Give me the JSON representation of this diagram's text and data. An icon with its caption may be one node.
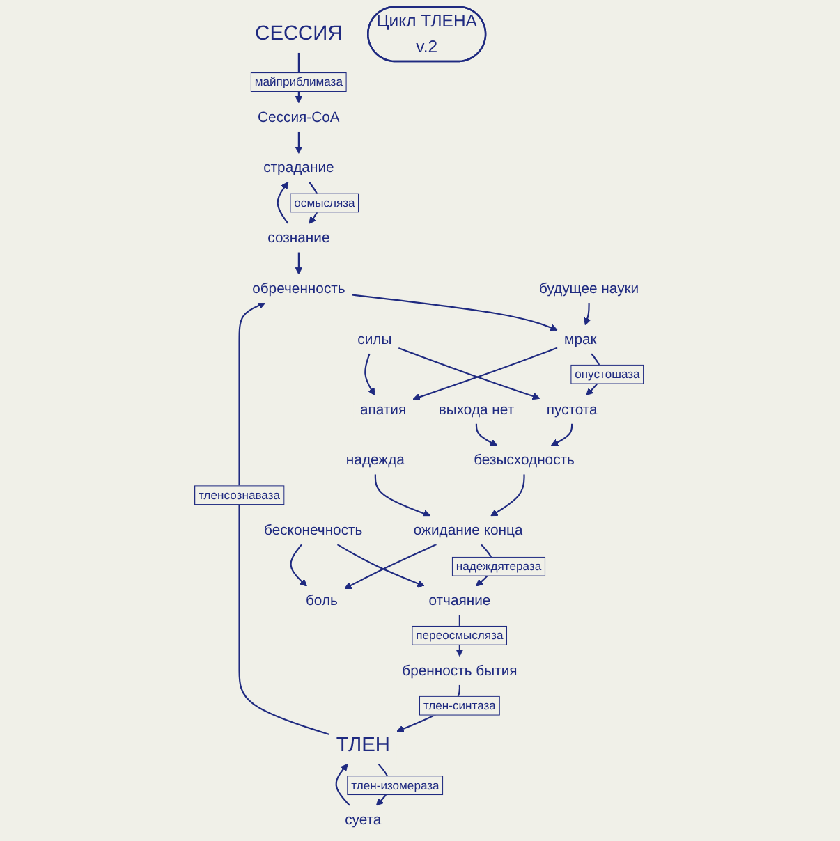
{
  "diagram": {
    "nodes": [
      {
        "text": [
          "СЕССИЯ"
        ]
      },
      {
        "text": [
          "Цикл ТЛЕНА",
          "v.2"
        ]
      },
      {
        "text": [
          "Сессия-CoA"
        ]
      },
      {
        "text": [
          "страдание"
        ]
      },
      {
        "text": [
          "сознание"
        ]
      },
      {
        "text": [
          "суета"
        ]
      },
      {
        "text": [
          "ТЛЕН"
        ]
      },
      {
        "text": [
          "обреченность"
        ]
      },
      {
        "text": [
          "будущее науки"
        ]
      },
      {
        "text": [
          "мрак"
        ]
      },
      {
        "text": [
          "силы"
        ]
      },
      {
        "text": [
          "бренность бытия"
        ]
      },
      {
        "text": [
          "апатия"
        ]
      },
      {
        "text": [
          "пустота"
        ]
      },
      {
        "text": [
          "выхода нет"
        ]
      },
      {
        "text": [
          "отчаяние"
        ]
      },
      {
        "text": [
          "безысходность"
        ]
      },
      {
        "text": [
          "ожидание конца"
        ]
      },
      {
        "text": [
          "боль"
        ]
      },
      {
        "text": [
          "надежда"
        ]
      },
      {
        "text": [
          "бесконечность"
        ]
      }
    ],
    "edges": [
      {
        "from": 0,
        "to": 2,
        "arrow": "to",
        "label": "майприблимаза"
      },
      {
        "from": 2,
        "to": 3,
        "arrow": "to"
      },
      {
        "from": 3,
        "to": 4,
        "arrow": "to",
        "label": "осмысляза"
      },
      {
        "from": 4,
        "to": 3,
        "arrow": "to"
      },
      {
        "from": 6,
        "to": 7,
        "arrow": "to",
        "label": "тленсознаваза"
      },
      {
        "from": 4,
        "to": 7,
        "arrow": "to"
      },
      {
        "from": 7,
        "to": 9,
        "arrow": "to"
      },
      {
        "from": 8,
        "to": 9,
        "arrow": "to"
      },
      {
        "from": 9,
        "to": 13,
        "arrow": "to",
        "label": "опустошаза"
      },
      {
        "from": 9,
        "to": 12,
        "arrow": "to"
      },
      {
        "from": 10,
        "to": 13,
        "arrow": "to"
      },
      {
        "from": 10,
        "to": 12,
        "arrow": "to"
      },
      {
        "from": 13,
        "to": 16,
        "arrow": "to"
      },
      {
        "from": 14,
        "to": 16,
        "arrow": "to"
      },
      {
        "from": 16,
        "to": 17,
        "arrow": "to"
      },
      {
        "from": 19,
        "to": 17,
        "arrow": "to"
      },
      {
        "from": 17,
        "to": 15,
        "arrow": "to",
        "label": "надеждятераза"
      },
      {
        "from": 17,
        "to": 18,
        "arrow": "to"
      },
      {
        "from": 20,
        "to": 15,
        "arrow": "to"
      },
      {
        "from": 20,
        "to": 18,
        "arrow": "to"
      },
      {
        "from": 15,
        "to": 11,
        "arrow": "to",
        "label": "переосмысляза"
      },
      {
        "from": 11,
        "to": 6,
        "arrow": "to",
        "label": "тлен-синтаза"
      },
      {
        "from": 6,
        "to": 5,
        "arrow": "to",
        "label": "тлен-изомераза"
      },
      {
        "from": 5,
        "to": 6,
        "arrow": "to"
      }
    ]
  }
}
